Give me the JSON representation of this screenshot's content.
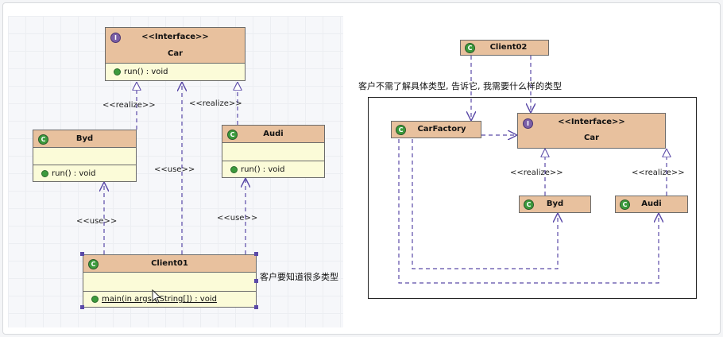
{
  "left_diagram": {
    "car": {
      "stereotype": "<<Interface>>",
      "name": "Car",
      "op": "run() : void"
    },
    "byd": {
      "name": "Byd",
      "op": "run() : void"
    },
    "audi": {
      "name": "Audi",
      "op": "run() : void"
    },
    "client01": {
      "name": "Client01",
      "op": "main(in args : String[]) : void"
    },
    "labels": {
      "realize_left": "<<realize>>",
      "realize_right": "<<realize>>",
      "use_middle": "<<use>>",
      "use_left": "<<use>>",
      "use_right": "<<use>>"
    },
    "note": "客户要知道很多类型"
  },
  "right_diagram": {
    "client02": {
      "name": "Client02"
    },
    "carfactory": {
      "name": "CarFactory"
    },
    "car": {
      "stereotype": "<<Interface>>",
      "name": "Car"
    },
    "byd": {
      "name": "Byd"
    },
    "audi": {
      "name": "Audi"
    },
    "labels": {
      "realize_left": "<<realize>>",
      "realize_right": "<<realize>>"
    },
    "note": "客户不需了解具体类型, 告诉它, 我需要什么样的类型"
  },
  "colors": {
    "header": "#e8c19e",
    "body": "#fbfbd8",
    "arrow": "#5b4aa8",
    "class_badge": "#3c9a3c",
    "interface_badge": "#7b5fa6"
  }
}
